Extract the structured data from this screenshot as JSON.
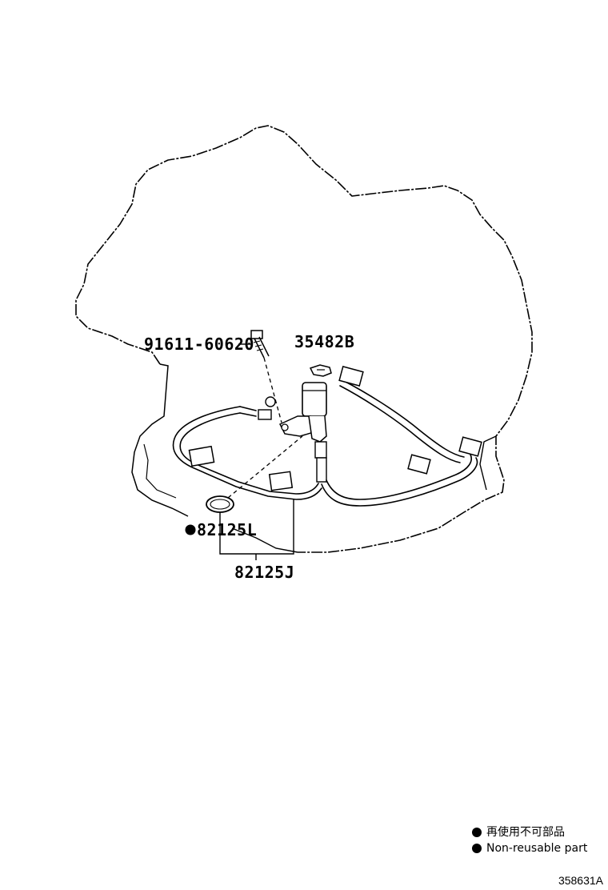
{
  "callouts": {
    "bolt": "91611-60620",
    "sensor": "35482B",
    "oring": "82125L",
    "harness": "82125J"
  },
  "legend": {
    "symbol": "●",
    "jp_label": "再使用不可部品",
    "en_label": "Non-reusable part"
  },
  "figure_id": "358631A",
  "colors": {
    "line": "#000000",
    "background": "#ffffff"
  }
}
